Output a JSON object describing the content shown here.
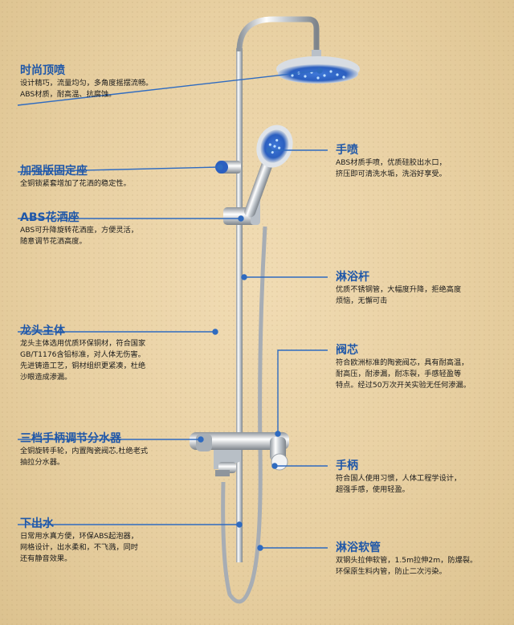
{
  "callouts": {
    "top_shower": {
      "title": "时尚顶喷",
      "lines": [
        "设计精巧，流量均匀，多角度摇摆流畅。",
        "ABS材质，耐高温、抗腐蚀。"
      ]
    },
    "reinforced_seat": {
      "title": "加强版固定座",
      "lines": [
        "全铜锁紧套增加了花洒的稳定性。"
      ]
    },
    "abs_seat": {
      "title": "ABS花洒座",
      "lines": [
        "ABS可升降旋转花洒座，方便灵活，",
        "随意调节花洒高度。"
      ]
    },
    "faucet_body": {
      "title": "龙头主体",
      "lines": [
        "龙头主体选用优质环保铜材，符合国家",
        "GB/T1176含铅标准，对人体无伤害。",
        "先进铸造工艺，铜材组织更紧凑，杜绝",
        "沙眼造成渗漏。"
      ]
    },
    "diverter": {
      "title": "三档手柄调节分水器",
      "lines": [
        "全铜旋转手轮，内置陶瓷阀芯,杜绝老式",
        "抽拉分水器。"
      ]
    },
    "lower_outlet": {
      "title": "下出水",
      "lines": [
        "日常用水真方便，环保ABS起泡器，",
        "网格设计，出水柔和，不飞溅，同时",
        "还有静音效果。"
      ]
    },
    "hand_shower": {
      "title": "手喷",
      "lines": [
        "ABS材质手喷，优质硅胶出水口，",
        "挤压即可清洗水垢，洗浴好享受。"
      ]
    },
    "shower_rod": {
      "title": "淋浴杆",
      "lines": [
        "优质不锈钢管，大幅度升降，拒绝高度",
        "烦恼，无懈可击"
      ]
    },
    "valve_core": {
      "title": "阀芯",
      "lines": [
        "符合欧洲标准的陶瓷阀芯，具有耐高温，",
        "耐高压，耐渗漏，耐冻裂，手感轻盈等",
        "特点。经过50万次开关实验无任何渗漏。"
      ]
    },
    "handle": {
      "title": "手柄",
      "lines": [
        "符合国人使用习惯，人体工程学设计，",
        "超强手感，使用轻盈。"
      ]
    },
    "hose": {
      "title": "淋浴软管",
      "lines": [
        "双钢头拉伸软管，1.5m拉伸2m，防爆裂。",
        "环保原生料内管，防止二次污染。"
      ]
    }
  },
  "colors": {
    "accent": "#1f57a8",
    "leader": "#2f6bc0",
    "chrome": "#c9ced4",
    "background": "#ead4a8"
  }
}
